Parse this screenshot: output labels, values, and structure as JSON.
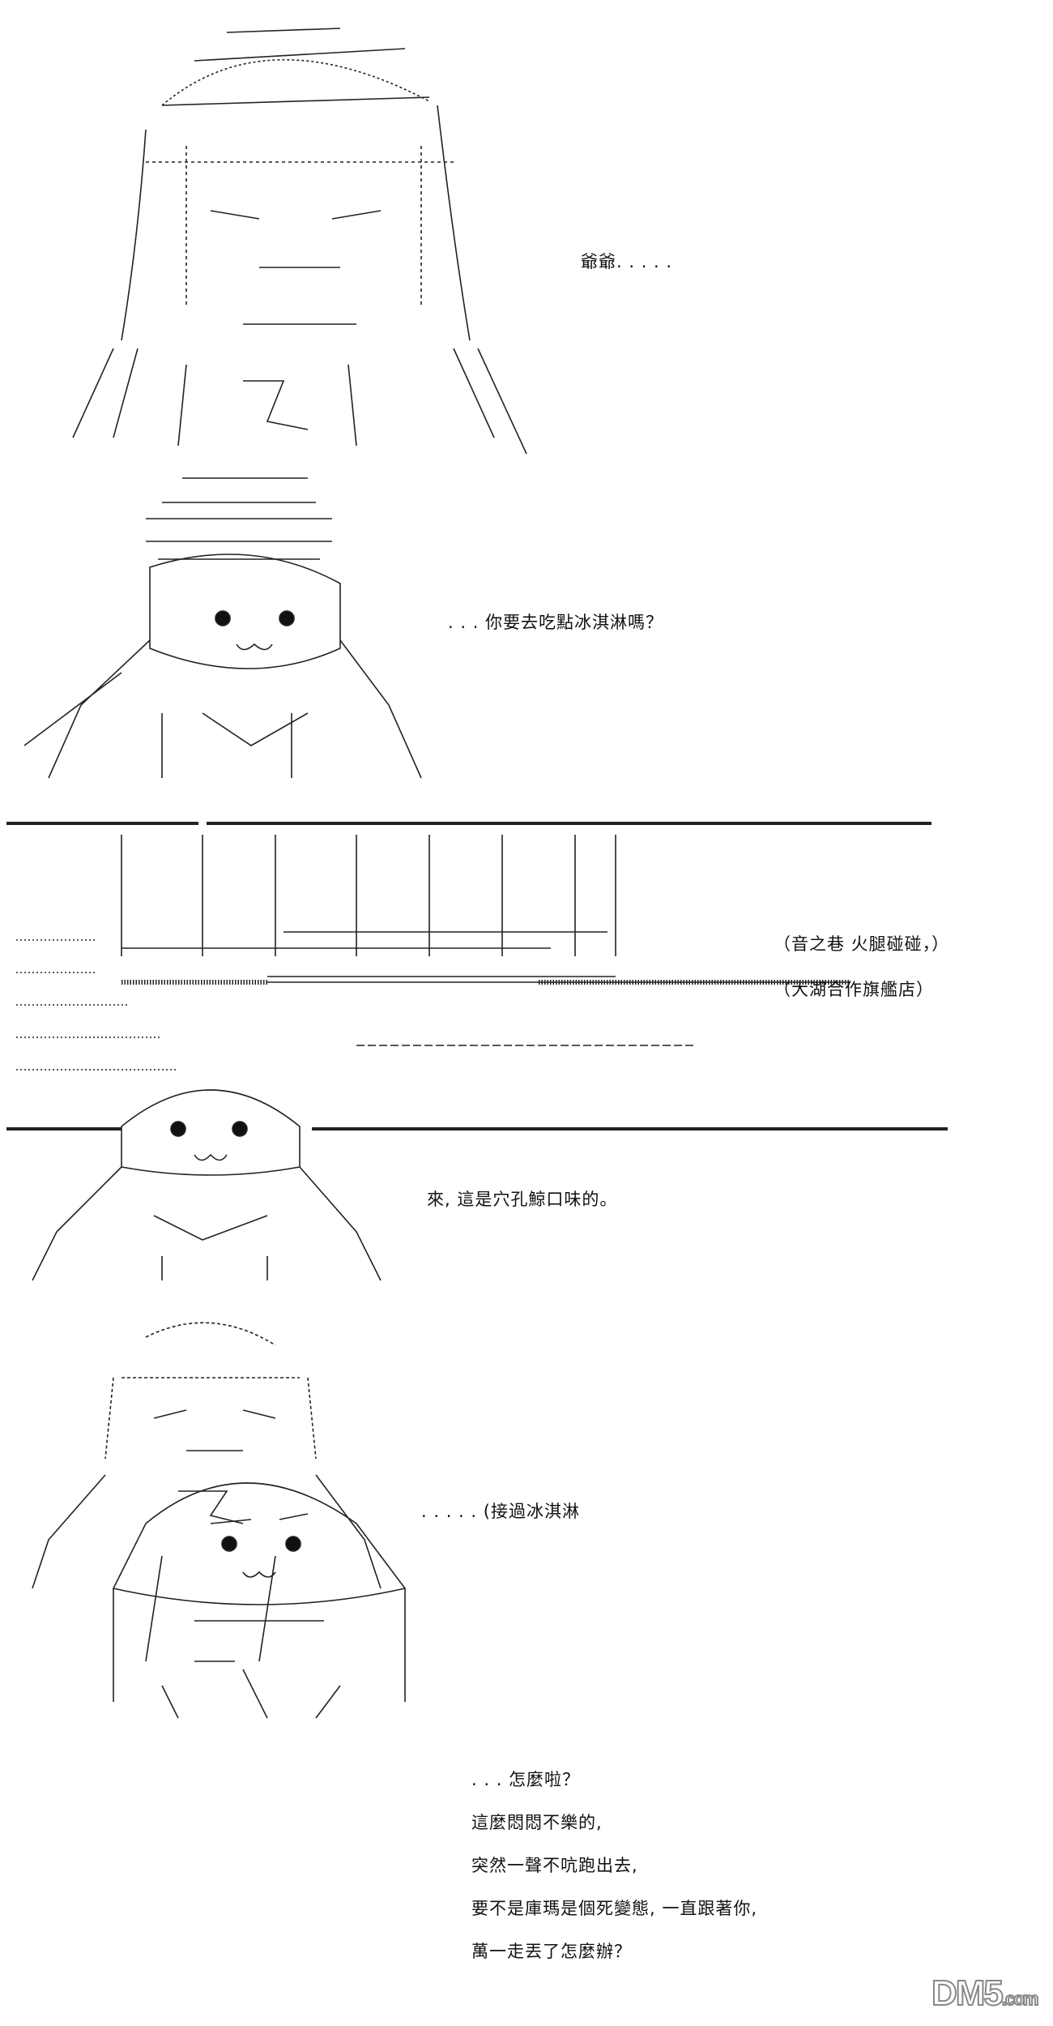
{
  "dialogue": {
    "panel1": "爺爺. . . . .",
    "panel2": ". . . 你要去吃點冰淇淋嗎？",
    "panel3_sign1": "（音之巷  火腿碰碰，）",
    "panel3_sign2": "（大湖合作旗艦店）",
    "panel4": "來, 這是穴孔鯨口味的。",
    "panel5": ". . . . . (接過冰淇淋",
    "panel6": [
      ". . . 怎麼啦？",
      "這麼悶悶不樂的,",
      "突然一聲不吭跑出去,",
      "要不是庫瑪是個死變態, 一直跟著你,",
      "萬一走丟了怎麼辦？"
    ]
  },
  "watermark": {
    "brand": "DM5",
    "suffix": ".com"
  },
  "colors": {
    "ink": "#111111",
    "background": "#ffffff",
    "watermark": "#888888"
  }
}
